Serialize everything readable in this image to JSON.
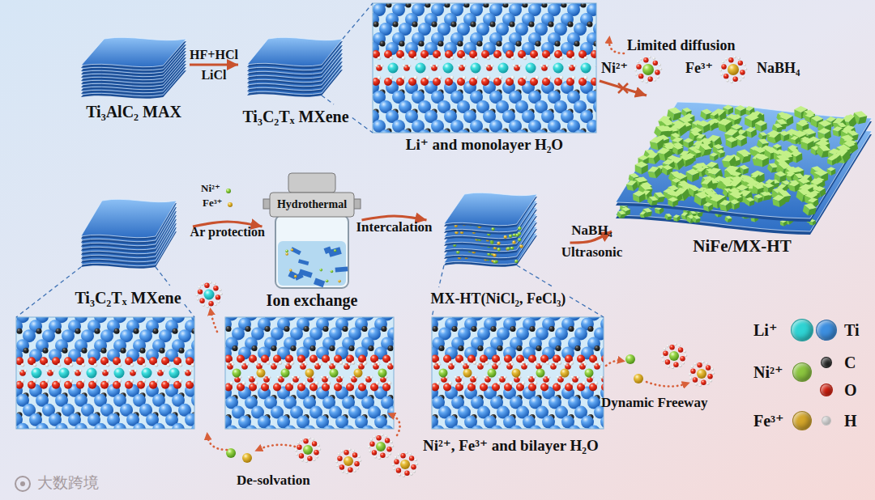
{
  "diagram": {
    "nodes": [
      {
        "text": [
          "Ti₃AlC₂ MAX"
        ]
      },
      {
        "text": [
          "Ti₃C₂Tₓ MXene"
        ]
      },
      {
        "text": [
          "Li⁺ and monolayer H₂O"
        ]
      },
      {
        "text": [
          "NiFe/MX-HT"
        ]
      },
      {
        "text": [
          "Ti₃C₂Tₓ MXene"
        ]
      },
      {
        "text": [
          "Hydrothermal",
          "Ion exchange"
        ]
      },
      {
        "text": [
          "MX-HT(NiCl₂, FeCl₃)"
        ]
      }
    ],
    "edges": [
      {
        "from": 0,
        "to": 1,
        "arrow": "to",
        "label": "HF+HCl"
      },
      {
        "from": 2,
        "to": 3,
        "arrow": "to"
      },
      {
        "from": 4,
        "to": 5,
        "arrow": "to",
        "label": "Ar protection"
      },
      {
        "from": 5,
        "to": 6,
        "arrow": "to",
        "label": "Intercalation"
      },
      {
        "from": 6,
        "to": 3,
        "arrow": "to",
        "label": "NaBH₄"
      }
    ],
    "labels": [
      "LiCl",
      "Limited diffusion",
      "Ni²⁺",
      "Fe³⁺",
      "NaBH₄",
      "Ni²⁺",
      "Fe³⁺",
      "Ultrasonic",
      "Dynamic Freeway",
      "Ni²⁺, Fe³⁺ and bilayer H₂O",
      "De-solvation",
      "大数跨境"
    ],
    "legend": [
      {
        "text": "Li⁺",
        "color": "#2fd3d3"
      },
      {
        "text": "Ti",
        "color": "#3d8fe0"
      },
      {
        "text": "Ni²⁺",
        "color": "#8cc63f"
      },
      {
        "text": "C",
        "color": "#2b2b2b"
      },
      {
        "text": "O",
        "color": "#e0200f"
      },
      {
        "text": "Fe³⁺",
        "color": "#d4a62a"
      },
      {
        "text": "H",
        "color": "#ffffff"
      }
    ]
  }
}
